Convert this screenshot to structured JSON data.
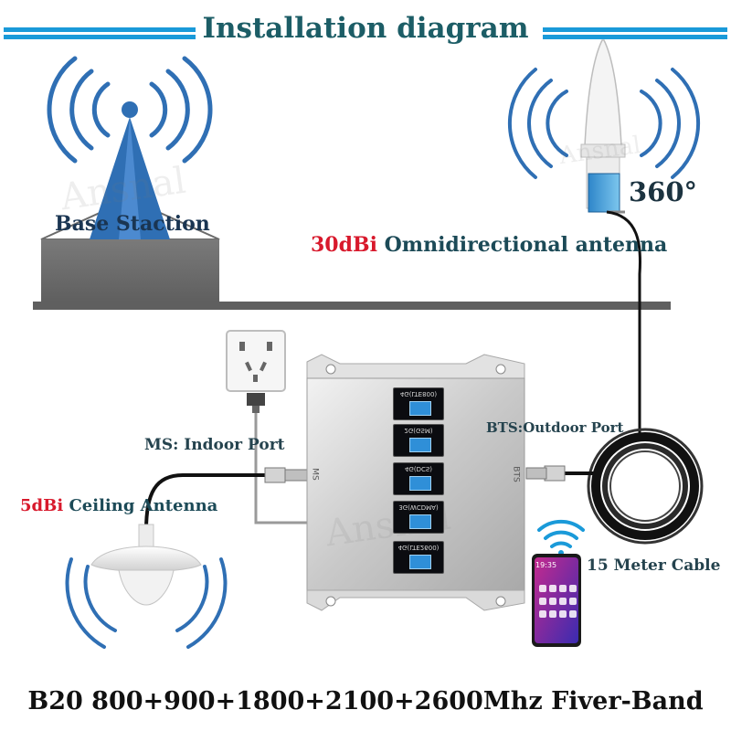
{
  "title": "Installation diagram",
  "base_station_label": "Base Staction",
  "outdoor_antenna": {
    "angle": "360°",
    "gain": "30dBi",
    "name": "Omnidirectional antenna"
  },
  "repeater": {
    "indoor_port_label": "MS: Indoor Port",
    "outdoor_port_label": "BTS:Outdoor Port",
    "side_left": "MS",
    "side_right": "BTS",
    "bands": [
      "4G(LTE800)",
      "2G(GSM)",
      "4G(DCS)",
      "3G(WCDMA)",
      "4G(LTE2600)"
    ]
  },
  "ceiling_antenna": {
    "gain": "5dBi",
    "name": "Ceiling Antenna"
  },
  "cable_label": "15 Meter Cable",
  "phone_time": "19:35",
  "watermark": "Ansnal",
  "bottom_caption": "B20 800+900+1800+2100+2600Mhz Fiver-Band",
  "colors": {
    "title_bar": "#1a9ad9",
    "accent_red": "#d8192c",
    "label_teal": "#1c4a57",
    "cable_black": "#111111",
    "screen_blue": "#2f8fd8"
  }
}
